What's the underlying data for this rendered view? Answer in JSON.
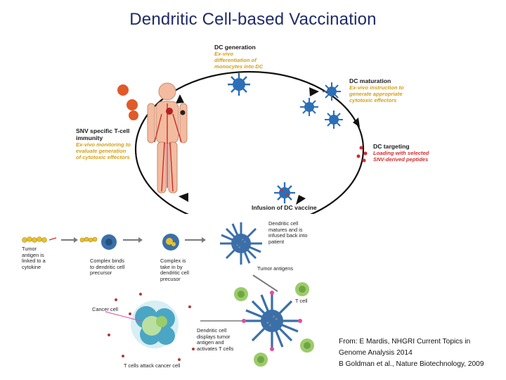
{
  "title": "Dendritic Cell-based Vaccination",
  "cycle": {
    "dc_generation": {
      "heading": "DC generation",
      "detail": [
        "Ex-vivo",
        "differentiation of",
        "monocytes into DC"
      ]
    },
    "dc_maturation": {
      "heading": "DC maturation",
      "detail": [
        "Ex-vivo instruction to",
        "generate appropriate",
        "cytotoxic effectors"
      ]
    },
    "dc_targeting": {
      "heading": "DC targeting",
      "detail": [
        "Loading with selected",
        "SNV-derived peptides"
      ]
    },
    "infusion": {
      "heading": "Infusion of DC vaccine"
    },
    "snv": {
      "heading": [
        "SNV specific T-cell",
        "immunity"
      ],
      "detail": [
        "Ex-vivo monitoring to",
        "evaluate generation",
        "of cytotoxic effectors"
      ]
    }
  },
  "steps": {
    "step1": [
      "Tumor",
      "antigen is",
      "linked to a",
      "cytokine"
    ],
    "step2": [
      "Complex binds",
      "to dendritic cell",
      "precursor"
    ],
    "step3": [
      "Complex is",
      "take in by",
      "dendritic cell",
      "precusor"
    ],
    "step4": [
      "Dendritic cell",
      "matures and is",
      "infused back into",
      "patient"
    ],
    "tumor_antigens": "Tumor antigens",
    "t_cell": "T cell",
    "cancer_cell": "Cancer cell",
    "step5": [
      "Dendritic cell",
      "displays tumor",
      "antigen and",
      "activates T cells"
    ],
    "step6": "T cells attack cancer cell"
  },
  "credit": [
    "From: E Mardis, NHGRI Current Topics in",
    "Genome Analysis 2014",
    "B Goldman et al., Nature Biotechnology, 2009"
  ],
  "colors": {
    "title": "#1f2a6b",
    "dc_blue": "#2c6fb6",
    "arrow": "#111111",
    "highlight_yellow": "#d4a017",
    "highlight_red": "#d62a2a"
  }
}
